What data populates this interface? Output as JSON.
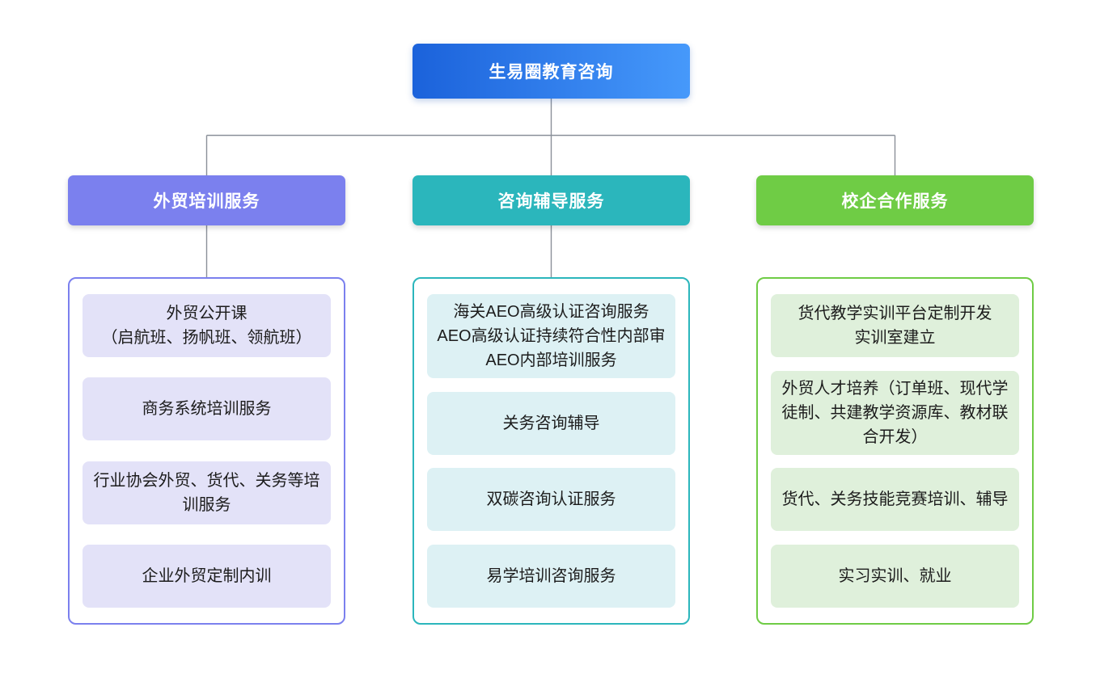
{
  "diagram": {
    "root": {
      "label": "生易圈教育咨询",
      "gradient_from": "#1B62DB",
      "gradient_to": "#4699FB",
      "text_color": "#FFFFFF"
    },
    "connector_color": "#8A9099",
    "branches": [
      {
        "label": "外贸培训服务",
        "accent": "#7B80EE",
        "item_bg": "#E3E2F8",
        "items": [
          "外贸公开课\n（启航班、扬帆班、领航班）",
          "商务系统培训服务",
          "行业协会外贸、货代、关务等培训服务",
          "企业外贸定制内训"
        ]
      },
      {
        "label": "咨询辅导服务",
        "accent": "#2BB6BC",
        "item_bg": "#DDF1F4",
        "items": [
          "海关AEO高级认证咨询服务\nAEO高级认证持续符合性内部审\nAEO内部培训服务",
          "关务咨询辅导",
          "双碳咨询认证服务",
          "易学培训咨询服务"
        ]
      },
      {
        "label": "校企合作服务",
        "accent": "#6FCC45",
        "item_bg": "#DFF0DB",
        "items": [
          "货代教学实训平台定制开发\n实训室建立",
          "外贸人才培养（订单班、现代学徒制、共建教学资源库、教材联合开发）",
          "货代、关务技能竞赛培训、辅导",
          "实习实训、就业"
        ]
      }
    ]
  }
}
